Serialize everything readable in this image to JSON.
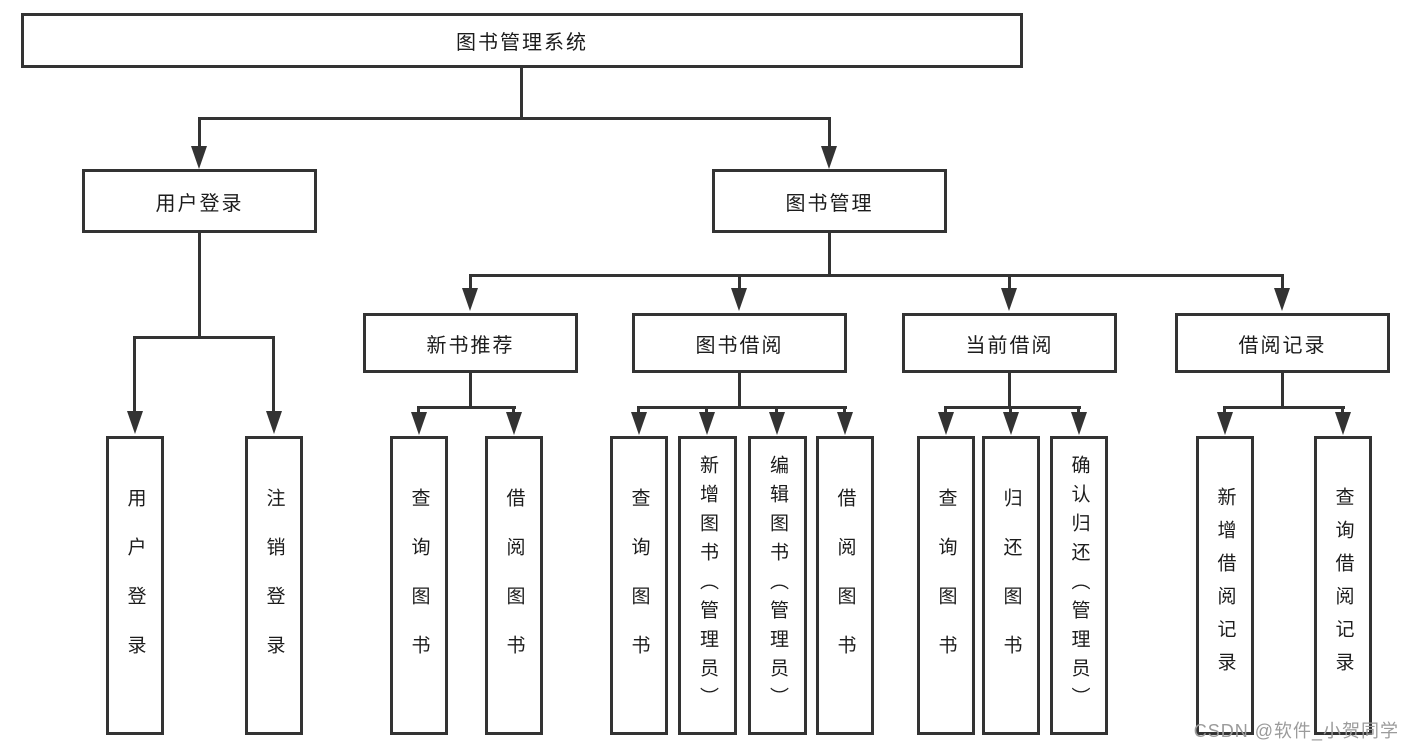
{
  "tree": {
    "label": "图书管理系统",
    "children": [
      {
        "label": "用户登录",
        "children": [
          {
            "label": "用户登录"
          },
          {
            "label": "注销登录"
          }
        ]
      },
      {
        "label": "图书管理",
        "children": [
          {
            "label": "新书推荐",
            "children": [
              {
                "label": "查询图书"
              },
              {
                "label": "借阅图书"
              }
            ]
          },
          {
            "label": "图书借阅",
            "children": [
              {
                "label": "查询图书"
              },
              {
                "label": "新增图书（管理员）"
              },
              {
                "label": "编辑图书（管理员）"
              },
              {
                "label": "借阅图书"
              }
            ]
          },
          {
            "label": "当前借阅",
            "children": [
              {
                "label": "查询图书"
              },
              {
                "label": "归还图书"
              },
              {
                "label": "确认归还（管理员）"
              }
            ]
          },
          {
            "label": "借阅记录",
            "children": [
              {
                "label": "新增借阅记录"
              },
              {
                "label": "查询借阅记录"
              }
            ]
          }
        ]
      }
    ]
  },
  "watermark": "CSDN @软件_小贺同学",
  "colors": {
    "line": "#333333",
    "box_border": "#333333",
    "box_background": "#ffffff",
    "text": "#1c1c1c",
    "watermark": "#9b9b9b",
    "page_background": "#ffffff"
  }
}
